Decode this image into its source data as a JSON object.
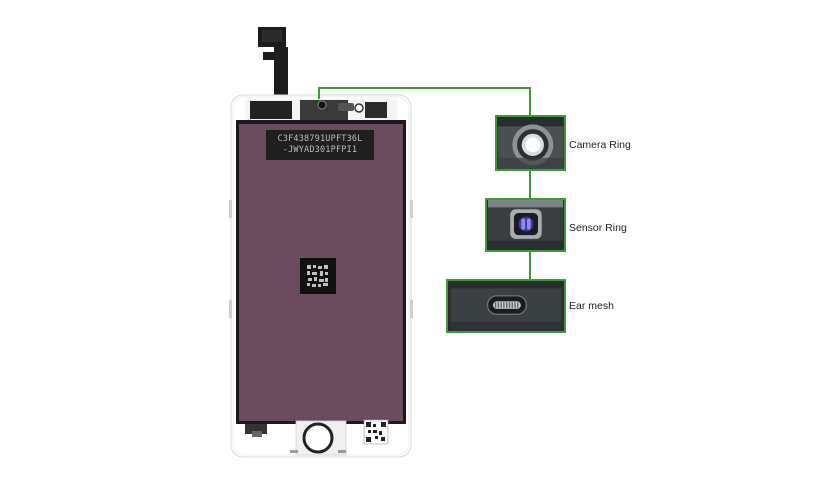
{
  "product": {
    "serial_line_1": "C3F438791UPFT36L",
    "serial_line_2": "-JWYAD301PFPI1"
  },
  "callouts": [
    {
      "label": "Camera Ring"
    },
    {
      "label": "Sensor Ring"
    },
    {
      "label": "Ear mesh"
    }
  ],
  "colors": {
    "accent": "#3f9a3b",
    "lcd_back": "#6c4a5e",
    "frame": "#ffffff",
    "flex": "#1a1a1a"
  }
}
